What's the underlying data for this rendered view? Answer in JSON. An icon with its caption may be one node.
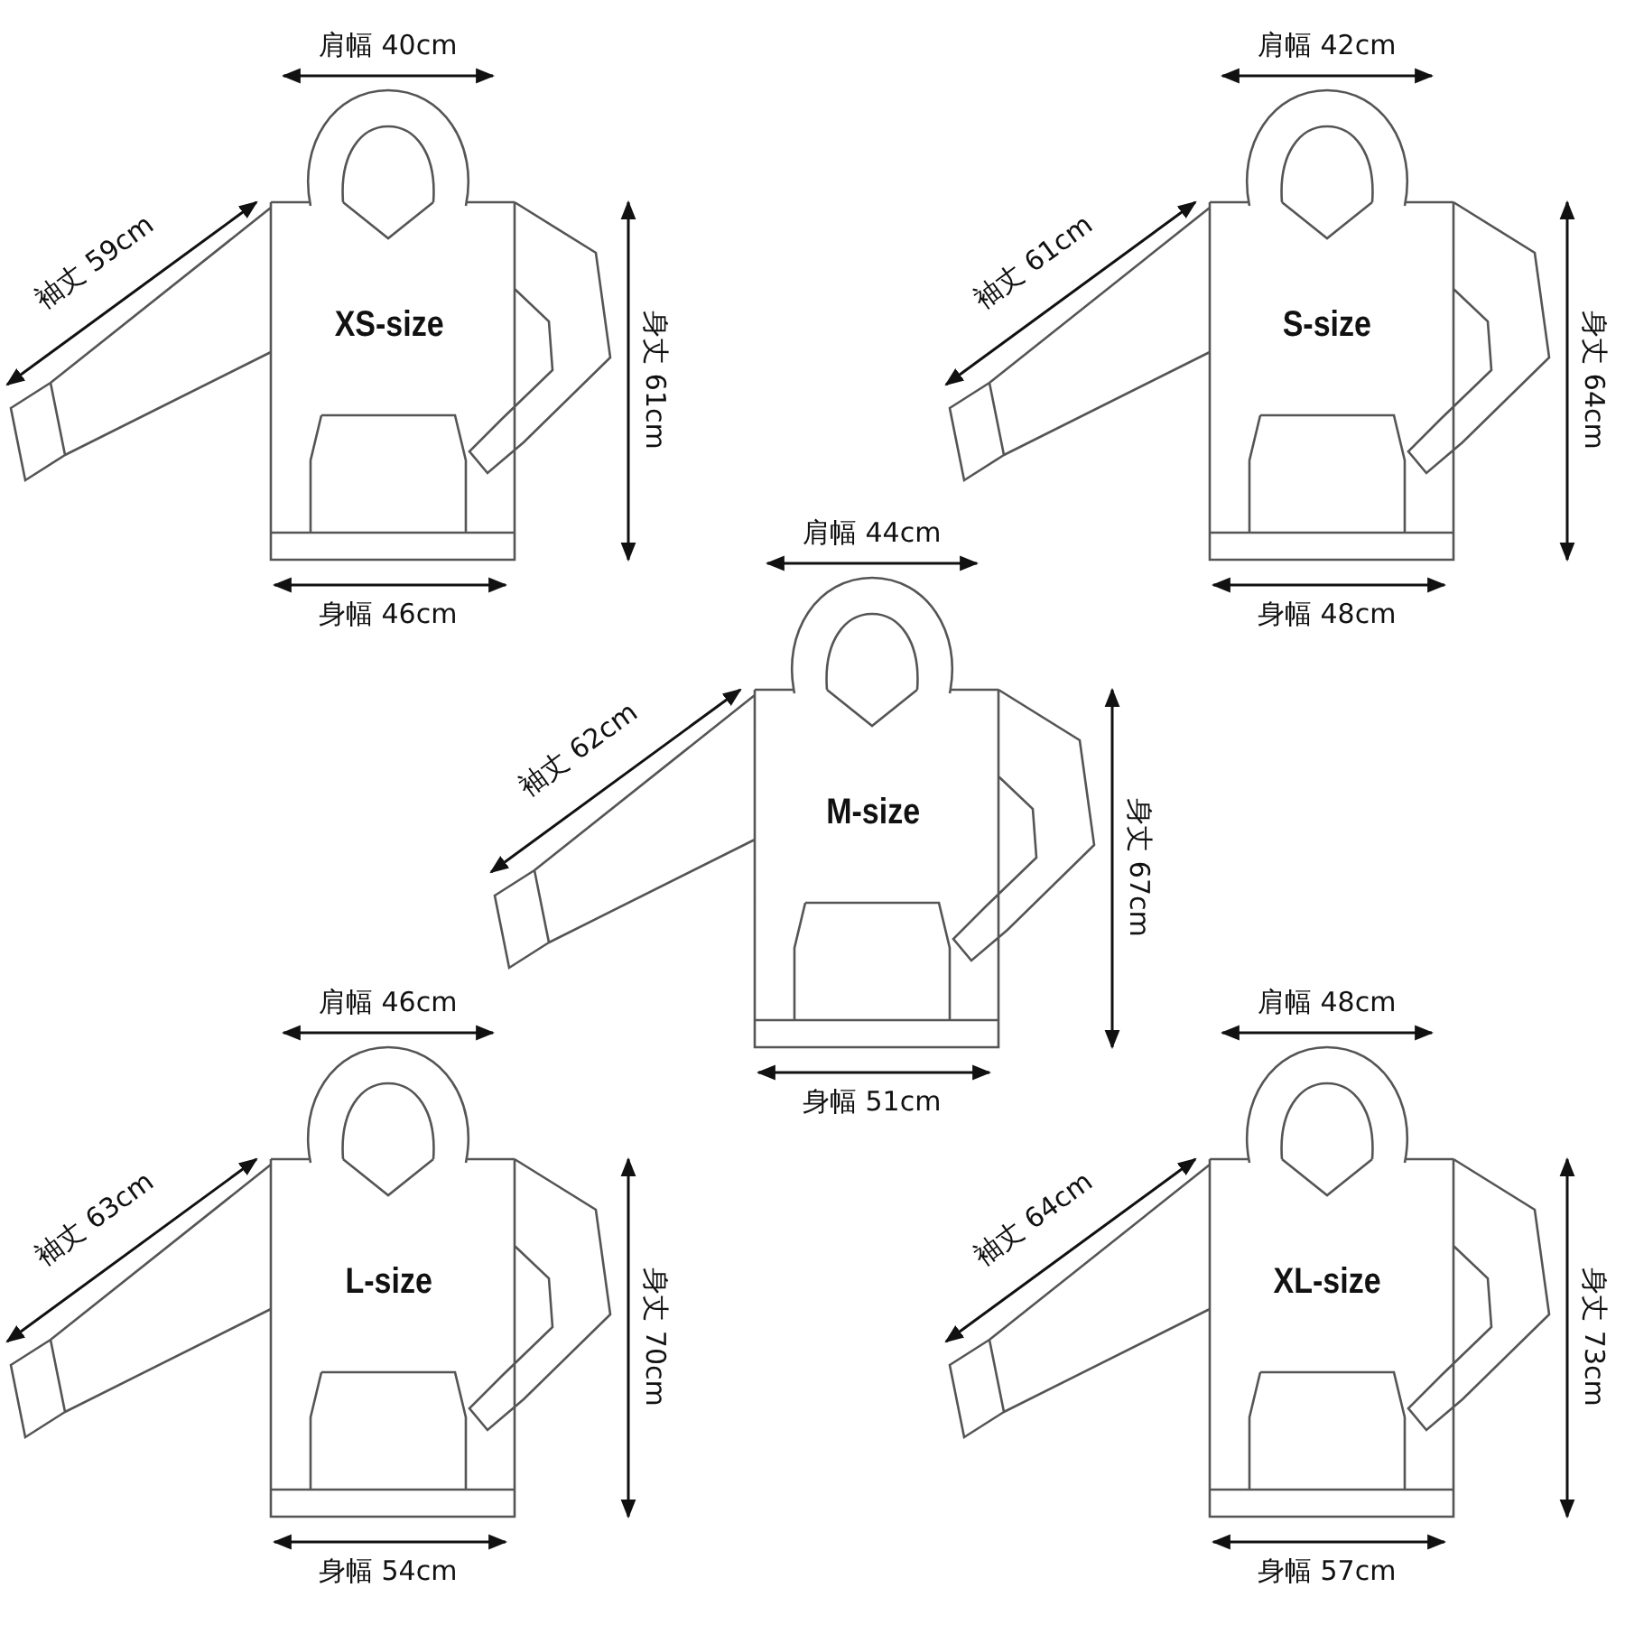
{
  "diagram": {
    "labels": [
      "肩幅 40cm",
      "肩幅 42cm",
      "袖丈 59cm",
      "XS-size",
      "身丈 61cm",
      "袖丈 61cm",
      "S-size",
      "身丈 64cm",
      "身幅 46cm",
      "身幅 48cm",
      "肩幅 44cm",
      "袖丈 62cm",
      "M-size",
      "身丈 67cm",
      "身幅 51cm",
      "肩幅 46cm",
      "肩幅 48cm",
      "袖丈 63cm",
      "L-size",
      "身丈 70cm",
      "袖丈 64cm",
      "XL-size",
      "身丈 73cm",
      "身幅 54cm",
      "身幅 57cm"
    ]
  }
}
